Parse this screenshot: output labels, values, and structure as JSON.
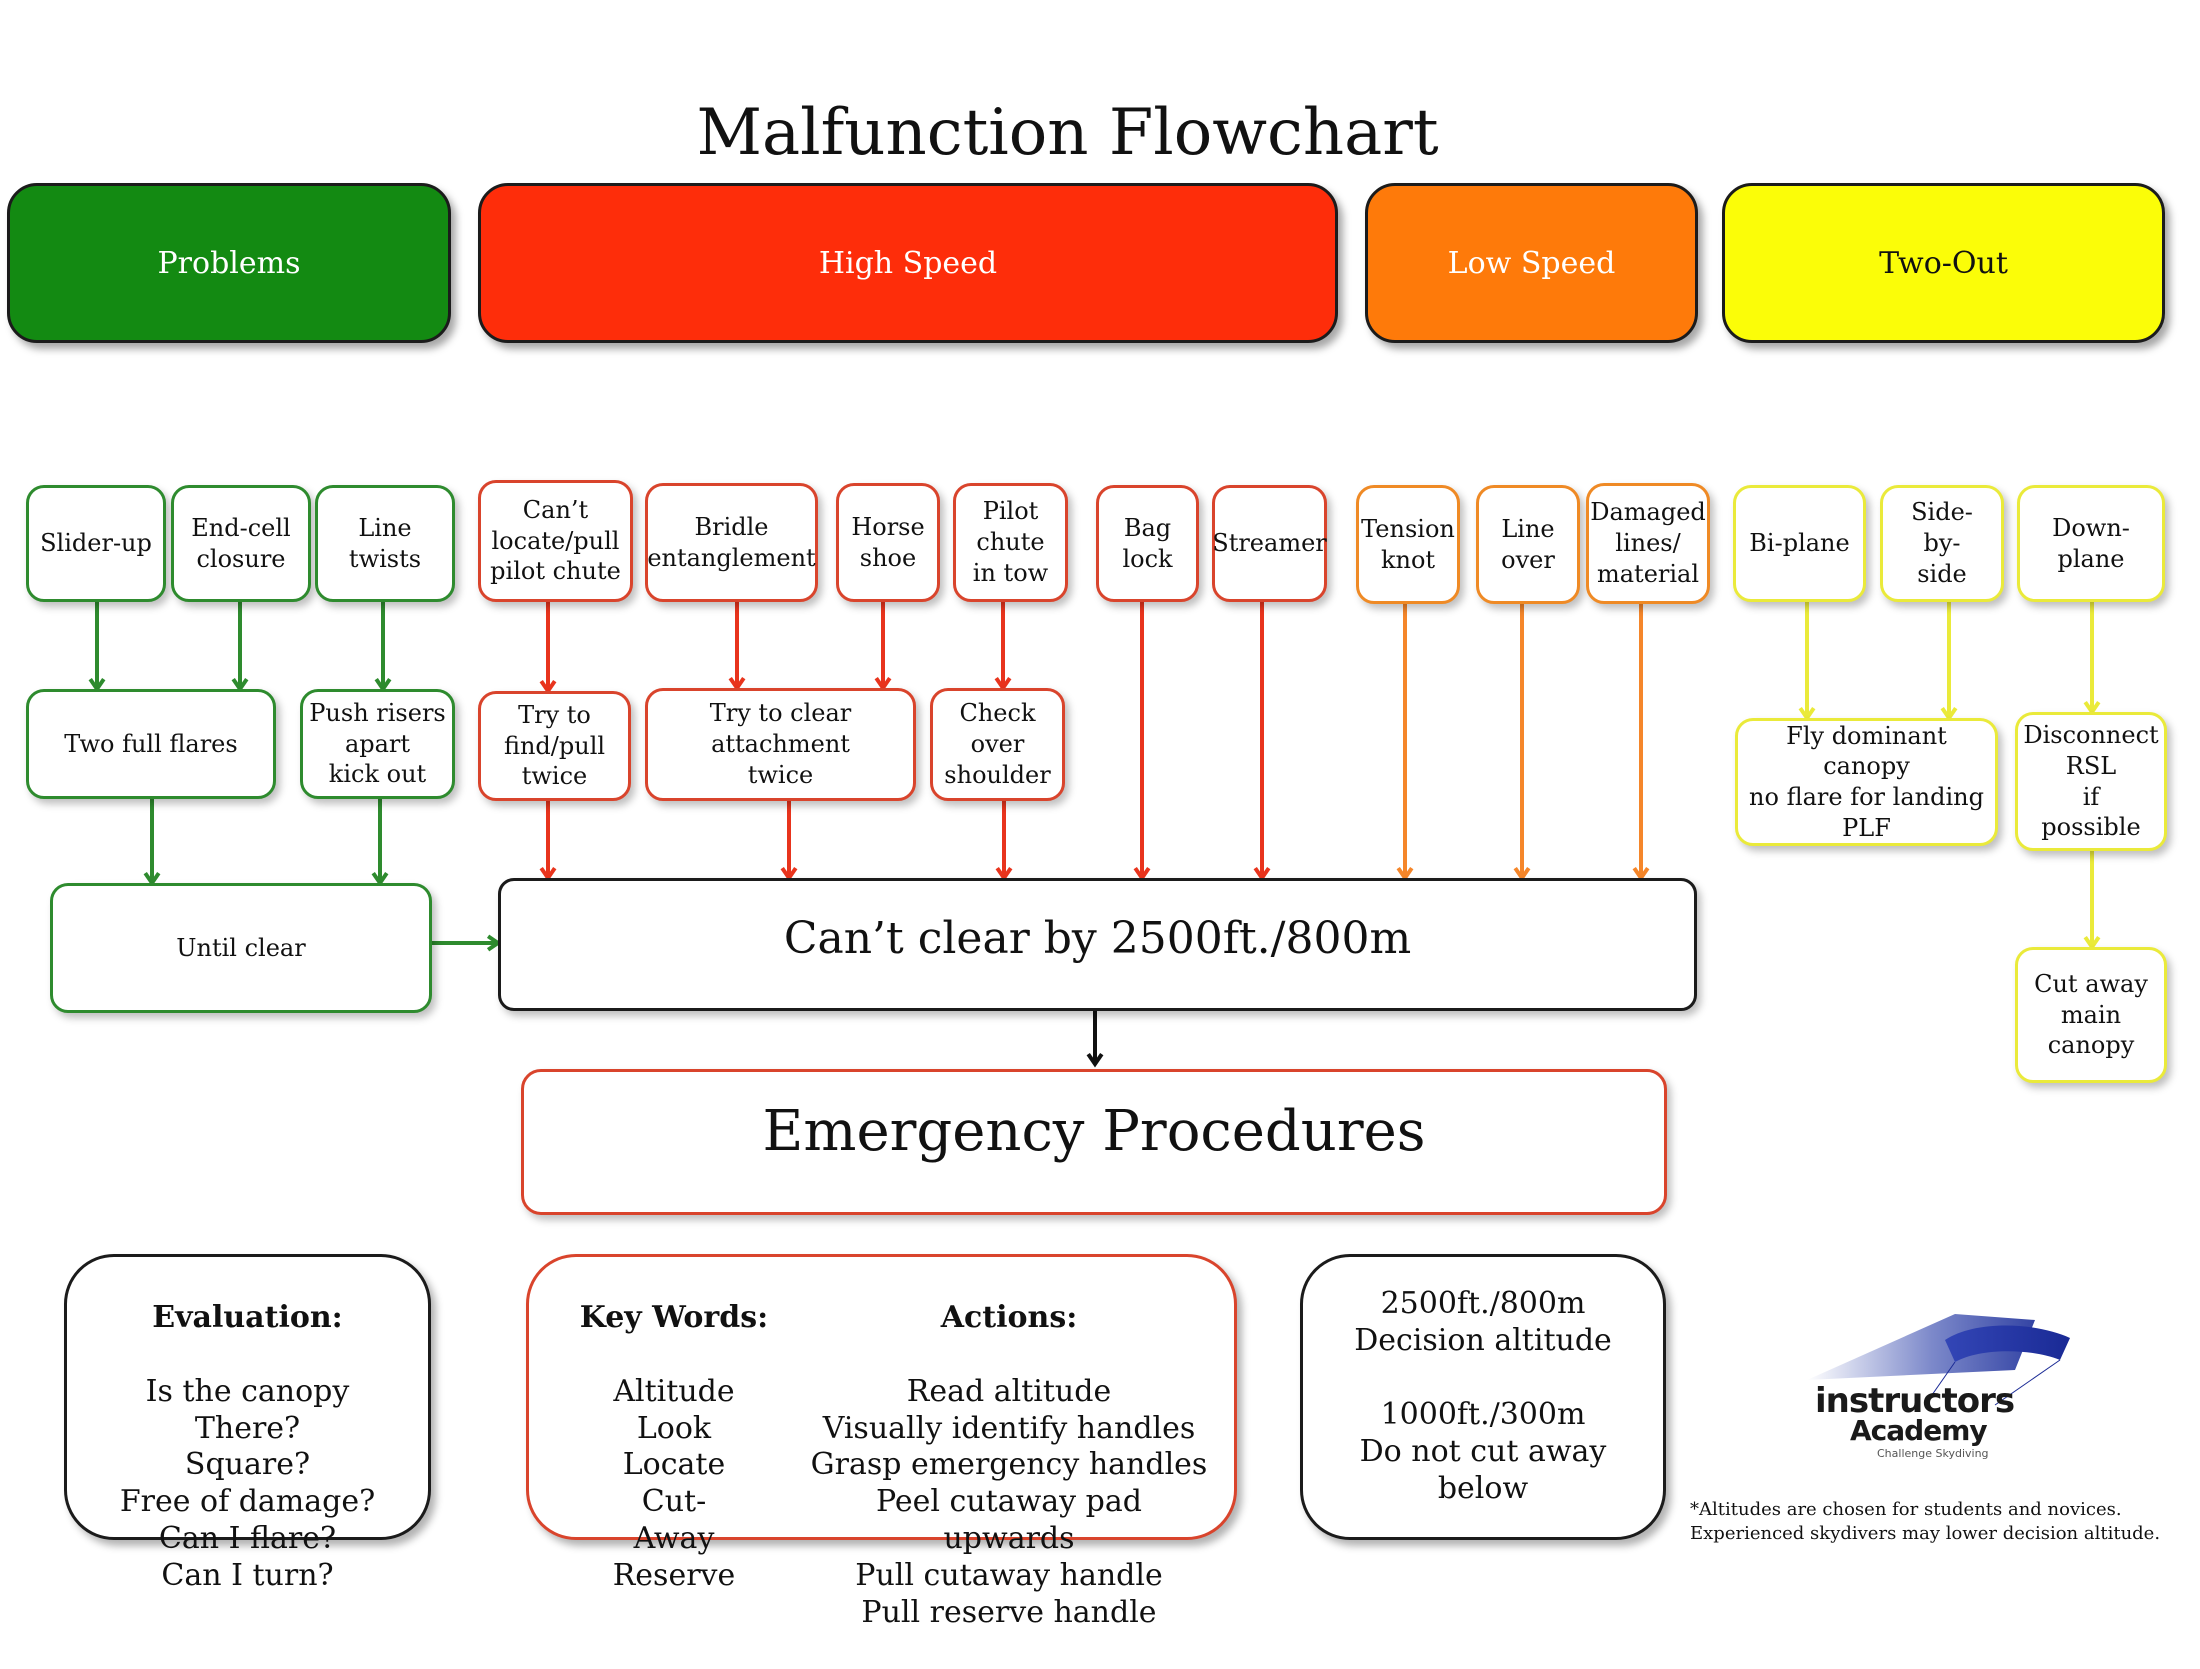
{
  "title": "Malfunction Flowchart",
  "headers": {
    "problems": "Problems",
    "high_speed": "High Speed",
    "low_speed": "Low Speed",
    "two_out": "Two-Out"
  },
  "colors": {
    "problems": "#138a12",
    "high_speed": "#fe2d0a",
    "low_speed": "#fe7a0a",
    "two_out": "#fbfd08",
    "green_line": "#2e8b2e",
    "red_line": "#e8341d",
    "orange_line": "#f5862a",
    "yellow_line": "#eaea3a"
  },
  "problems": {
    "slider_up": "Slider-up",
    "end_cell": "End-cell\nclosure",
    "line_twists": "Line\ntwists",
    "two_full_flares": "Two full flares",
    "push_risers": "Push risers\napart\nkick out",
    "until_clear": "Until clear"
  },
  "high_speed": {
    "cant_locate": "Can’t\nlocate/pull\npilot chute",
    "bridle": "Bridle\nentanglement",
    "horse_shoe": "Horse\nshoe",
    "pilot_chute_tow": "Pilot\nchute\nin tow",
    "bag_lock": "Bag\nlock",
    "streamer": "Streamer",
    "try_find": "Try to\nfind/pull\ntwice",
    "try_clear": "Try to clear\nattachment\ntwice",
    "check_shoulder": "Check\nover\nshoulder"
  },
  "low_speed": {
    "tension_knot": "Tension\nknot",
    "line_over": "Line\nover",
    "damaged": "Damaged\nlines/\nmaterial"
  },
  "two_out": {
    "biplane": "Bi-plane",
    "side_by_side": "Side-\nby-\nside",
    "downplane": "Down-\nplane",
    "fly_dominant": "Fly dominant canopy\nno flare for landing\nPLF",
    "disconnect_rsl": "Disconnect\nRSL\nif\npossible",
    "cut_away_main": "Cut away\nmain\ncanopy"
  },
  "cant_clear": "Can’t clear by 2500ft./800m",
  "emergency": "Emergency Procedures",
  "evaluation": {
    "heading": "Evaluation:",
    "lines": "Is the canopy\nThere?\nSquare?\nFree of damage?\nCan I flare?\nCan I turn?"
  },
  "key_words": {
    "heading": "Key Words:",
    "lines": "Altitude\nLook\nLocate\nCut-\nAway\nReserve"
  },
  "actions": {
    "heading": "Actions:",
    "lines": "Read altitude\nVisually identify handles\nGrasp emergency handles\nPeel cutaway pad upwards\nPull cutaway handle\nPull reserve handle"
  },
  "altitudes": "2500ft./800m\nDecision altitude\n\n1000ft./300m\nDo not cut away\nbelow",
  "logo": {
    "name": "Instructors Academy",
    "tagline": "Challenge Skydiving"
  },
  "footnote": "*Altitudes are chosen for students and novices.\nExperienced skydivers may lower decision altitude."
}
